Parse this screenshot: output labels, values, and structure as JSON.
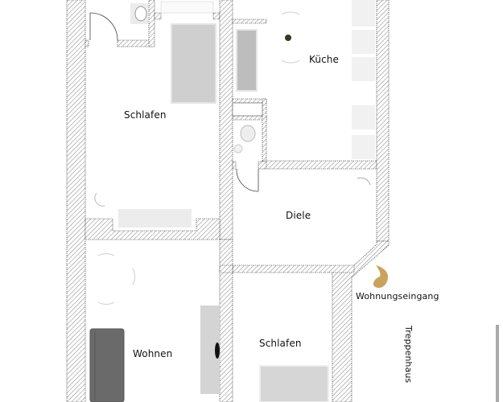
{
  "plan": {
    "rooms": [
      {
        "id": "schlafen-1",
        "label": "Schlafen"
      },
      {
        "id": "kueche",
        "label": "Küche"
      },
      {
        "id": "diele",
        "label": "Diele"
      },
      {
        "id": "wohnen",
        "label": "Wohnen"
      },
      {
        "id": "schlafen-2",
        "label": "Schlafen"
      }
    ],
    "annotations": {
      "entrance": "Wohnungseingang",
      "stairwell": "Treppenhaus"
    }
  },
  "colors": {
    "wall_hatch": "#8a8a8a",
    "wall_fill": "#ffffff",
    "furniture_light": "#e2e2e2",
    "furniture_mid": "#c8c8c8",
    "sofa": "#6a6a6a",
    "entrance_marker": "#c9a35c"
  }
}
